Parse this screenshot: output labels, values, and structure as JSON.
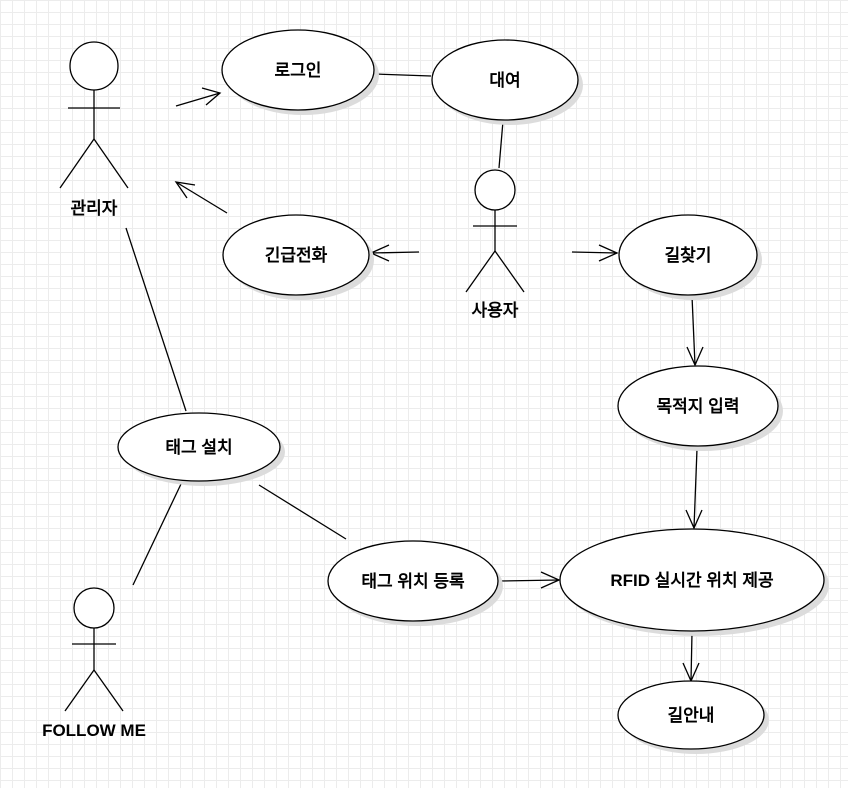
{
  "diagram": {
    "actors": [
      {
        "id": "admin",
        "label": "관리자"
      },
      {
        "id": "user",
        "label": "사용자"
      },
      {
        "id": "followme",
        "label": "FOLLOW ME"
      }
    ],
    "use_cases": [
      {
        "id": "login",
        "label": "로그인"
      },
      {
        "id": "rental",
        "label": "대여"
      },
      {
        "id": "emergency",
        "label": "긴급전화"
      },
      {
        "id": "findway",
        "label": "길찾기"
      },
      {
        "id": "destination",
        "label": "목적지 입력"
      },
      {
        "id": "taginstall",
        "label": "태그 설치"
      },
      {
        "id": "tagregister",
        "label": "태그 위치 등록"
      },
      {
        "id": "rfid",
        "label": "RFID 실시간 위치 제공"
      },
      {
        "id": "guide",
        "label": "길안내"
      }
    ],
    "relations": [
      {
        "from": "admin",
        "to": "login",
        "kind": "arrow"
      },
      {
        "from": "login",
        "to": "rental",
        "kind": "line"
      },
      {
        "from": "rental",
        "to": "user",
        "kind": "line"
      },
      {
        "from": "user",
        "to": "emergency",
        "kind": "arrow"
      },
      {
        "from": "emergency",
        "to": "admin",
        "kind": "arrow"
      },
      {
        "from": "user",
        "to": "findway",
        "kind": "arrow"
      },
      {
        "from": "findway",
        "to": "destination",
        "kind": "arrow"
      },
      {
        "from": "destination",
        "to": "rfid",
        "kind": "arrow"
      },
      {
        "from": "admin",
        "to": "taginstall",
        "kind": "line"
      },
      {
        "from": "taginstall",
        "to": "followme",
        "kind": "line"
      },
      {
        "from": "taginstall",
        "to": "tagregister",
        "kind": "line"
      },
      {
        "from": "tagregister",
        "to": "rfid",
        "kind": "arrow"
      },
      {
        "from": "rfid",
        "to": "guide",
        "kind": "arrow"
      }
    ]
  }
}
